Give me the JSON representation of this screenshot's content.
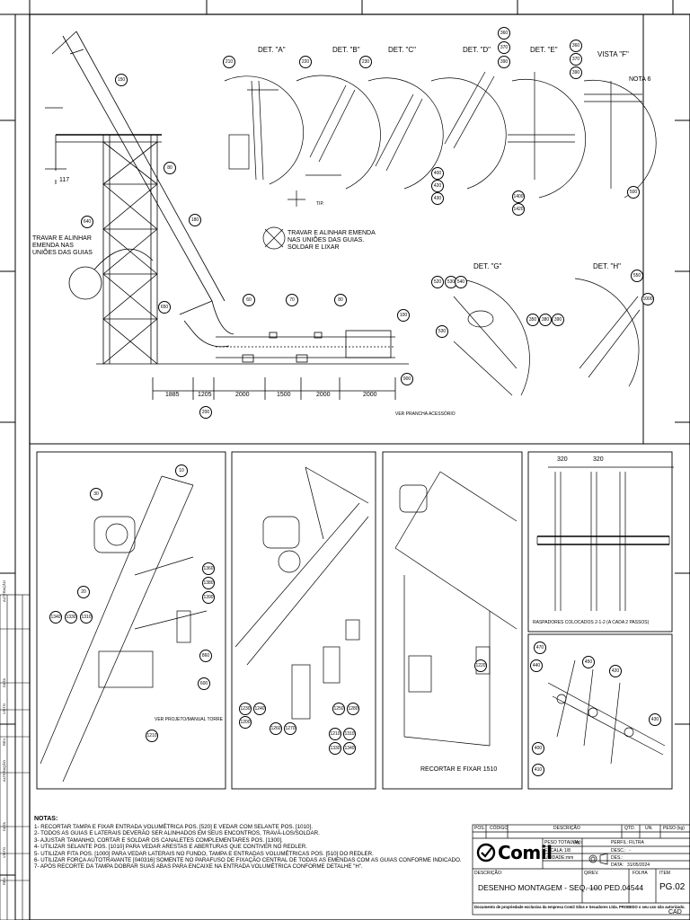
{
  "details": {
    "det_a": "DET. \"A\"",
    "det_b": "DET. \"B\"",
    "det_c": "DET. \"C\"",
    "det_d": "DET. \"D\"",
    "det_e": "DET. \"E\"",
    "vista_f": "VISTA \"F\"",
    "det_g": "DET. \"G\"",
    "det_h": "DET. \"H\""
  },
  "callouts": {
    "nota_6": "NOTA 6",
    "travar_left": "TRAVAR E ALINHAR EMENDA NAS UNIÕES DAS GUIAS",
    "travar_mid_1": "TRAVAR E ALINHAR EMENDA",
    "travar_mid_2": "NAS UNIÕES DAS GUIAS.",
    "travar_mid_3": "SOLDAR E LIXAR",
    "ver_prancha": "VER PRANCHA ACESSÓRIO",
    "ver_projeto": "VER PROJETO/MANUAL TORRE",
    "recortar_fixar": "RECORTAR E FIXAR 1510",
    "raspadores": "RASPADORES COLOCADOS 2-1-2 (A CADA 2 PASSOS)",
    "tip": "TIP."
  },
  "balloons_top": [
    "210",
    "220",
    "230",
    "360",
    "370",
    "390",
    "360",
    "370",
    "390",
    "150",
    "80",
    "180",
    "640",
    "650",
    "60",
    "70",
    "80",
    "100",
    "400",
    "420",
    "430",
    "1400",
    "1420",
    "500",
    "520",
    "530",
    "540",
    "530",
    "350",
    "380",
    "390",
    "550",
    "1000",
    "200",
    "900"
  ],
  "dimensions": {
    "d1": "1885",
    "d2": "1205",
    "d3": "2000",
    "d4": "1500",
    "d5": "2000",
    "d6": "2000",
    "d7": "117",
    "d8": "320",
    "d9": "320"
  },
  "iso_balloons": {
    "v1": [
      "10",
      "30",
      "20",
      "1360",
      "1380",
      "1390",
      "1340",
      "1330",
      "1310",
      "860",
      "600",
      "1210"
    ],
    "v2": [
      "1230",
      "1240",
      "1200",
      "1260",
      "1270",
      "1250",
      "1280",
      "1210",
      "1310",
      "1330",
      "1340"
    ],
    "v3": [
      "1220"
    ],
    "v5": [
      "470",
      "440",
      "450",
      "420",
      "430",
      "400",
      "410"
    ]
  },
  "notes": {
    "title": "NOTAS:",
    "items": [
      "1- RECORTAR TAMPA E FIXAR ENTRADA VOLUMÉTRICA POS. [520] E VEDAR COM SELANTE POS. [1010].",
      "2- TODOS AS GUIAS E LATERAIS DEVERÃO SER ALINHADOS EM SEUS ENCONTROS, TRAVÁ-LOS/SOLDAR.",
      "3- AJUSTAR TAMANHO, CORTAR E SOLDAR OS CANALETES COMPLEMENTARES POS. [1300].",
      "4- UTILIZAR SELANTE POS. [1010] PARA VEDAR ARESTAS E ABERTURAS QUE CONTIVER NO REDLER.",
      "5- UTILIZAR FITA POS. [1000] PARA VEDAR LATERAIS NO FUNDO, TAMPA E ENTRADAS VOLUMÉTRICAS POS. [510] DO REDLER.",
      "6- UTILIZAR FORÇA AUTOTRAVANTE [040316] SOMENTE NO PARAFUSO DE FIXAÇÃO CENTRAL DE TODAS AS EMENDAS COM AS GUIAS CONFORME INDICADO.",
      "7- APÓS RECORTE DA TAMPA DOBRAR SUAS ABAS PARA ENCAIXE NA ENTRADA VOLUMÉTRICA CONFORME DETALHE \"H\"."
    ]
  },
  "title_block": {
    "col_pos": "POS.",
    "col_codigo": "CÓDIGO",
    "col_descricao": "DESCRIÇÃO",
    "col_qtd": "QTD.",
    "col_unid": "UN.",
    "col_peso": "PESO (kg)",
    "company": "Comil",
    "peso_total_label": "PESO TOTAL (kg):",
    "peso_total_value": "N/A",
    "escala_label": "ESCALA:",
    "escala_value": "1/8",
    "unidade_label": "UNIDADE:",
    "unidade_value": "mm",
    "perfil_label": "PERFIL:",
    "perfil_value": "FILTRA",
    "desc_label": "DESC.:",
    "desc_value": "-",
    "des_label": "DES.:",
    "data_label": "DATA:",
    "data_value": "31/05/2024",
    "descricao_label": "DESCRIÇÃO:",
    "descricao_value": "DESENHO MONTAGEM - SEQ. 100 PED.04544",
    "revisao_label": "Q/REV.",
    "revisao_value": "------",
    "folha_label": "FOLHA",
    "item_label": "ITEM",
    "page": "PG.02",
    "footer": "Documento de propriedade exclusiva da empresa Comil Silos e Secadores Ltda. PROIBIDO o seu uso não autorizado.",
    "cad": "CAD"
  },
  "margin_labels": [
    "ALTERAÇÃO",
    "DATA",
    "VISTO",
    "REV.",
    "ALTERAÇÃO",
    "DATA",
    "VISTO",
    "REV."
  ]
}
